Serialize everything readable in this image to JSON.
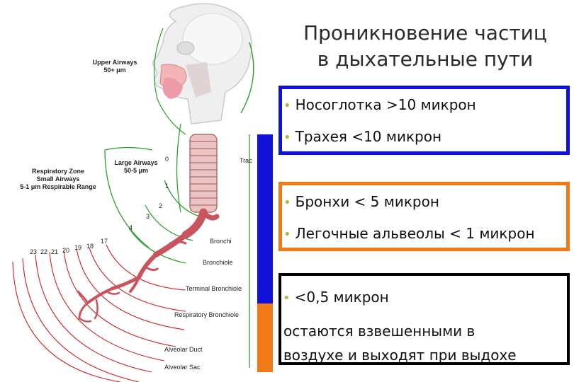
{
  "title": {
    "line1": "Проникновение частиц",
    "line2": "в дыхательные пути"
  },
  "boxes": {
    "blue": [
      "Носоглотка >10 микрон",
      "Трахея <10 микрон"
    ],
    "orange": [
      "Бронхи < 5 микрон",
      "Легочные альвеолы < 1 микрон"
    ],
    "black": {
      "bullet": "<0,5 микрон",
      "line2": "остаются взвешенными в",
      "line3": "воздухе и выходят при выдохе"
    }
  },
  "diagram": {
    "upper_airways": [
      "Upper Airways",
      "50+ μm"
    ],
    "large_airways": [
      "Large Airways",
      "50-5 μm"
    ],
    "respiratory_zone": [
      "Respiratory Zone",
      "Small Airways",
      "5-1 μm Respirable Range"
    ],
    "labels": {
      "trachea": "Trac",
      "bronchi": "Bronchi",
      "bronchiole": "Bronchiole",
      "terminal_bronchiole": "Terminal Bronchiole",
      "respiratory_bronchiole": "Respiratory Bronchiole",
      "alveolar_duct": "Alveolar Duct",
      "alveolar_sac": "Alveolar Sac"
    },
    "generations": [
      "0",
      "1",
      "2",
      "3",
      "4",
      "17",
      "18",
      "19",
      "20",
      "21",
      "22",
      "23"
    ]
  },
  "colors": {
    "box_blue": "#1010d8",
    "box_orange": "#f07a17",
    "box_black": "#000000",
    "bullet": "#9dc23b",
    "zone_line_green": "#2f9e2f",
    "zone_line_red": "#cc2222",
    "airway": "#c8555d"
  }
}
